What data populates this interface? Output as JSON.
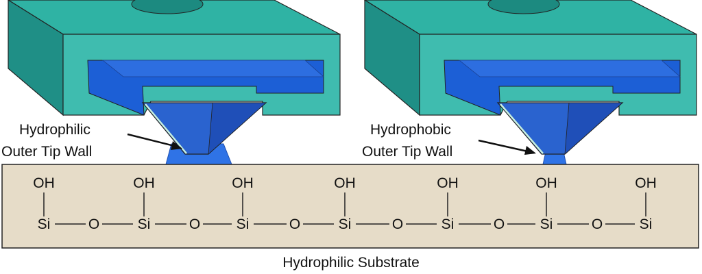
{
  "callouts": {
    "left": {
      "line1": "Hydrophilic",
      "line2": "Outer Tip Wall"
    },
    "right": {
      "line1": "Hydrophobic",
      "line2": "Outer Tip Wall"
    }
  },
  "substrate": {
    "label": "Hydrophilic Substrate",
    "silanol_group": "OH",
    "silicon": "Si",
    "oxygen": "O"
  },
  "colors": {
    "housing_top": "#2fb3a4",
    "housing_front": "#3fbcaf",
    "housing_side": "#1f8f86",
    "cavity": "#1c5fd6",
    "tip": "#2a63cf",
    "meniscus": "#2f73e6",
    "substrate_fill": "#e6dcc8",
    "outline": "#222222"
  }
}
